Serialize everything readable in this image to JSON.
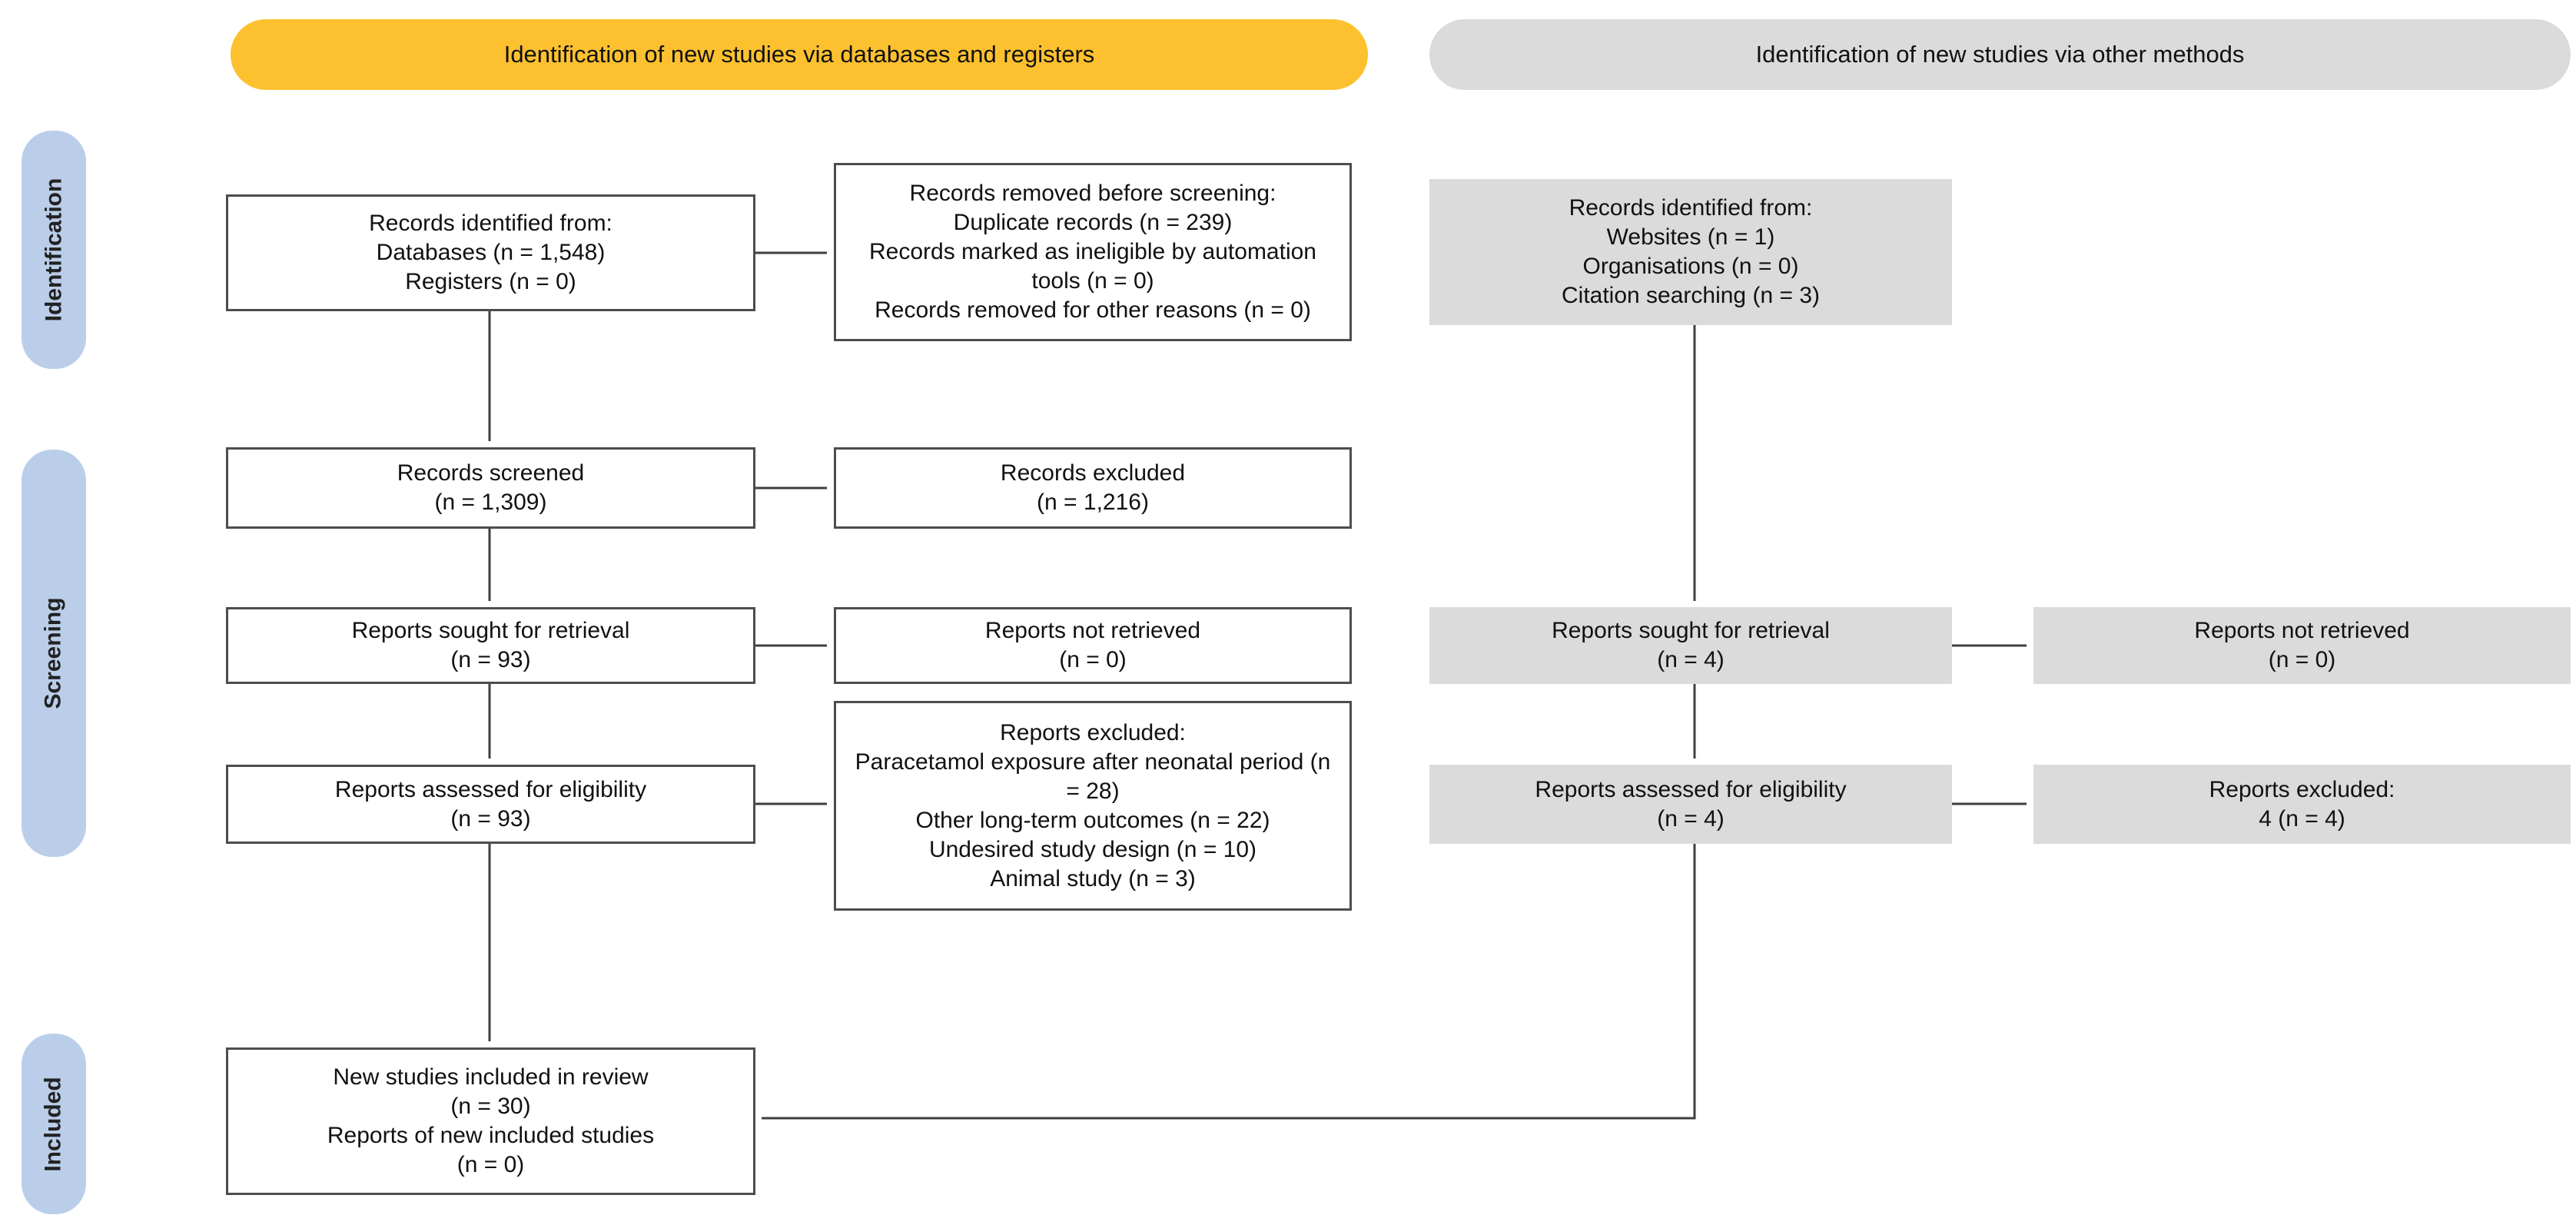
{
  "headers": {
    "databases_registers": "Identification of new studies via databases and registers",
    "other_methods": "Identification of new studies via other methods"
  },
  "stages": {
    "identification": "Identification",
    "screening": "Screening",
    "included": "Included"
  },
  "colors": {
    "header_yellow": "#FDC12F",
    "header_gray": "#DBDBDB",
    "stage_blue": "#BACEEA",
    "box_gray": "#DBDBDB",
    "box_white": "#FFFFFF",
    "border": "#4d4d4d",
    "line": "#3f3f3f"
  },
  "boxes": {
    "records_identified_db": {
      "lines": [
        "Records identified from:",
        "Databases (n = 1,548)",
        "Registers (n = 0)"
      ]
    },
    "records_removed": {
      "lines": [
        "Records removed before screening:",
        "Duplicate records (n = 239)",
        "Records marked as ineligible by automation tools (n = 0)",
        "Records removed for other reasons (n = 0)"
      ]
    },
    "records_identified_other": {
      "lines": [
        "Records identified from:",
        "Websites (n = 1)",
        "Organisations (n = 0)",
        "Citation searching (n = 3)"
      ]
    },
    "records_screened": {
      "lines": [
        "Records screened",
        "(n = 1,309)"
      ]
    },
    "records_excluded": {
      "lines": [
        "Records excluded",
        "(n = 1,216)"
      ]
    },
    "reports_sought_db": {
      "lines": [
        "Reports sought for retrieval",
        "(n = 93)"
      ]
    },
    "reports_not_retrieved_db": {
      "lines": [
        "Reports not retrieved",
        "(n = 0)"
      ]
    },
    "reports_sought_other": {
      "lines": [
        "Reports sought for retrieval",
        "(n = 4)"
      ]
    },
    "reports_not_retrieved_other": {
      "lines": [
        "Reports not retrieved",
        "(n = 0)"
      ]
    },
    "reports_assessed_db": {
      "lines": [
        "Reports assessed for eligibility",
        "(n = 93)"
      ]
    },
    "reports_excluded_db": {
      "lines": [
        "Reports excluded:",
        "Paracetamol exposure after neonatal period (n = 28)",
        "Other long-term outcomes (n = 22)",
        "Undesired study design (n = 10)",
        "Animal study (n = 3)"
      ]
    },
    "reports_assessed_other": {
      "lines": [
        "Reports assessed for eligibility",
        "(n = 4)"
      ]
    },
    "reports_excluded_other": {
      "lines": [
        "Reports excluded:",
        "4 (n = 4)"
      ]
    },
    "included_studies": {
      "lines": [
        "New studies included in review",
        "(n = 30)",
        "Reports of new included studies",
        "(n = 0)"
      ]
    }
  }
}
